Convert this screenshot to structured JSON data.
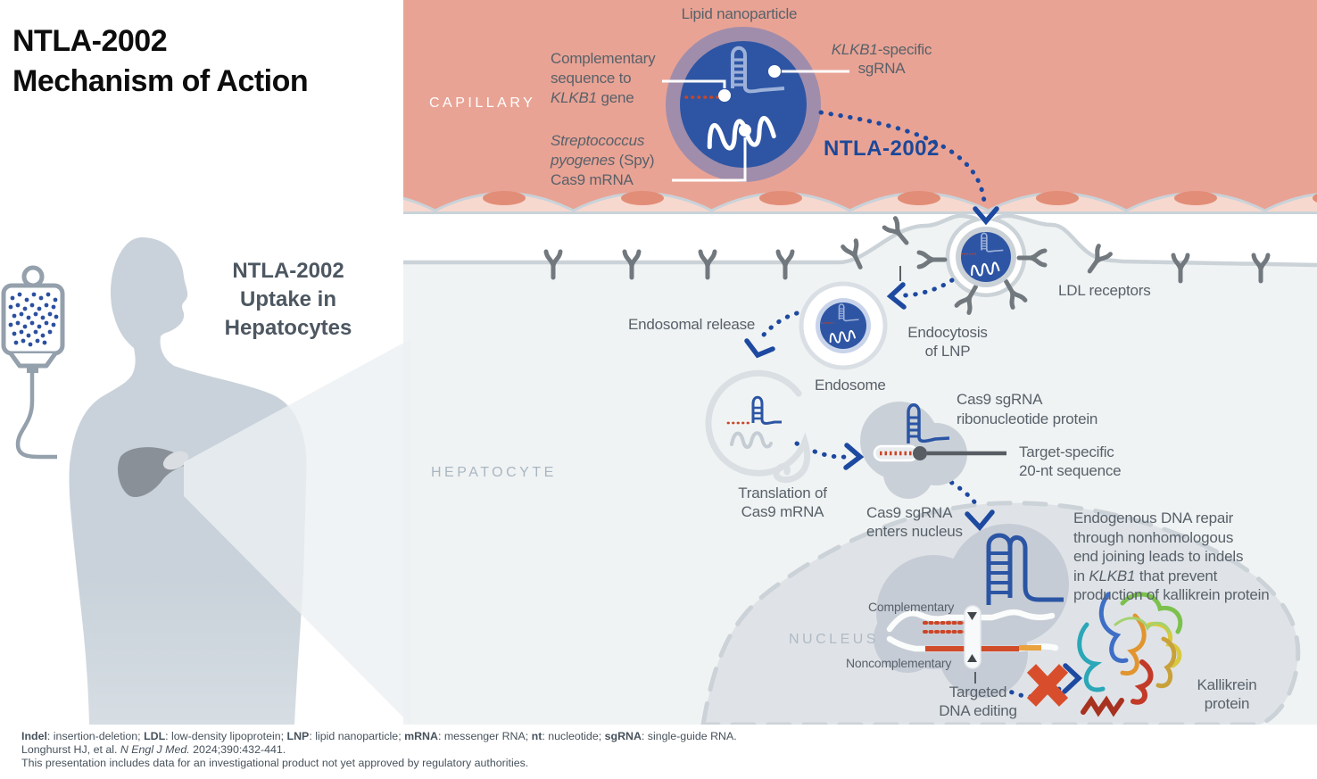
{
  "title": {
    "line1": "NTLA-2002",
    "line2": "Mechanism of Action"
  },
  "left_panel": {
    "uptake_line1": "NTLA-2002",
    "uptake_line2": "Uptake in",
    "uptake_line3": "Hepatocytes"
  },
  "capillary": {
    "region_label": "CAPILLARY",
    "lnp_label": "Lipid nanoparticle",
    "comp_line1": "Complementary",
    "comp_line2": "sequence to",
    "comp_line3_italic": "KLKB1",
    "comp_line3_rest": " gene",
    "spy_line1_italic": "Streptococcus",
    "spy_line2_italic": "pyogenes",
    "spy_line2_rest": " (Spy)",
    "spy_line3": "Cas9 mRNA",
    "sgrna_line1_italic": "KLKB1",
    "sgrna_line1_rest": "-specific",
    "sgrna_line2": "sgRNA",
    "drug_name": "NTLA-2002"
  },
  "hepatocyte": {
    "region_label": "HEPATOCYTE",
    "ldl_receptors": "LDL receptors",
    "endocytosis_line1": "Endocytosis",
    "endocytosis_line2": "of LNP",
    "endosomal_release": "Endosomal release",
    "endosome": "Endosome",
    "translation_line1": "Translation of",
    "translation_line2": "Cas9 mRNA",
    "rnp_line1": "Cas9 sgRNA",
    "rnp_line2": "ribonucleotide protein",
    "target_line1": "Target-specific",
    "target_line2": "20-nt sequence",
    "enters_line1": "Cas9 sgRNA",
    "enters_line2": "enters nucleus"
  },
  "nucleus": {
    "region_label": "NUCLEUS",
    "complementary": "Complementary",
    "noncomplementary": "Noncomplementary",
    "editing_line1": "Targeted",
    "editing_line2": "DNA editing",
    "repair_line1": "Endogenous DNA repair",
    "repair_line2": "through nonhomologous",
    "repair_line3": "end joining leads to indels",
    "repair_line4_pre": "in ",
    "repair_line4_italic": "KLKB1",
    "repair_line4_post": " that prevent",
    "repair_line5": "production of kallikrein protein",
    "kallikrein_line1": "Kallikrein",
    "kallikrein_line2": "protein"
  },
  "footer": {
    "abbrevs": [
      {
        "term": "Indel",
        "def": ": insertion-deletion; "
      },
      {
        "term": "LDL",
        "def": ": low-density lipoprotein; "
      },
      {
        "term": "LNP",
        "def": ": lipid nanoparticle; "
      },
      {
        "term": "mRNA",
        "def": ": messenger RNA; "
      },
      {
        "term": "nt",
        "def": ": nucleotide; "
      },
      {
        "term": "sgRNA",
        "def": ": single-guide RNA."
      }
    ],
    "citation_pre": "Longhurst HJ, et al. ",
    "citation_journal": "N Engl J Med.",
    "citation_post": " 2024;390:432-441.",
    "disclaimer": "This presentation includes data for an investigational product not yet approved by regulatory authorities."
  },
  "icons": {
    "iv_bag": "iv-bag-icon",
    "patient": "patient-silhouette",
    "liver": "liver-icon",
    "lnp": "lipid-nanoparticle-icon",
    "sgrna": "sgrna-hairpin-icon",
    "mrna": "mrna-squiggle-icon",
    "ldl_receptor": "ldl-receptor-icon",
    "endosome": "endosome-icon",
    "cas9": "cas9-protein-icon",
    "dna": "dna-strand-icon",
    "blocked": "red-x-icon",
    "kallikrein": "kallikrein-protein-icon",
    "arrow": "dotted-arrow-icon"
  },
  "colors": {
    "capillary_bg": "#E9A394",
    "endothelial_cell": "#F7D8CE",
    "cell_nucleus": "#E28D77",
    "hepatocyte_bg": "#F0F3F3",
    "nucleus_bg": "#DFE3E7",
    "membrane": "#CBD3D8",
    "receptor": "#71787E",
    "lnp_shell": "#A08DAB",
    "lnp_core": "#2E55A4",
    "arrow_blue": "#1D49A0",
    "ntla_blue": "#1C4899",
    "red_accent": "#CC4526",
    "red_x": "#D84E2C",
    "orange_accent": "#E9A23E",
    "label_gray": "#58616A"
  }
}
